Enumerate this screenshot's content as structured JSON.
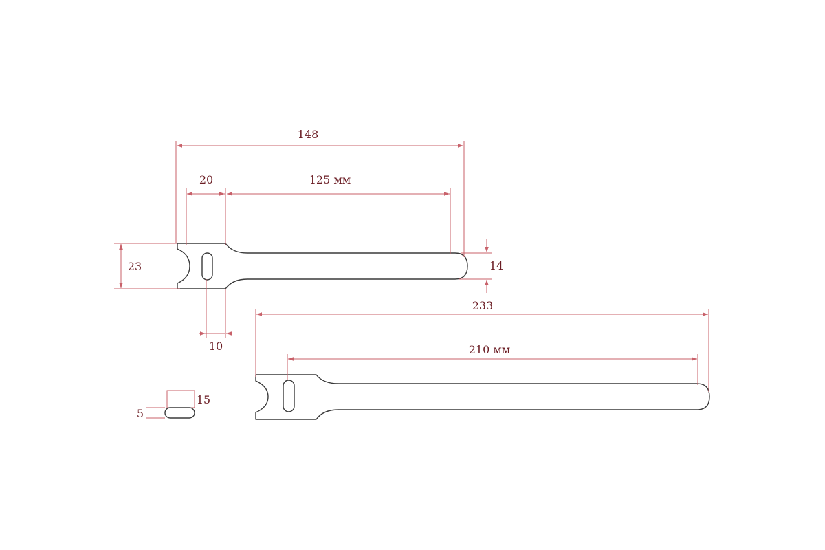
{
  "colors": {
    "dimension_line": "#c8616a",
    "dimension_text": "#6b1d24",
    "outline": "#3a3a3a",
    "background": "#ffffff"
  },
  "small_tie": {
    "dim_total": "148",
    "dim_head": "20",
    "dim_strap": "125 мм",
    "dim_head_height": "23",
    "dim_strap_width": "14",
    "dim_slot_width": "10"
  },
  "large_tie": {
    "dim_total": "233",
    "dim_strap": "210 мм"
  },
  "slot_detail": {
    "dim_length": "15",
    "dim_width": "5"
  }
}
